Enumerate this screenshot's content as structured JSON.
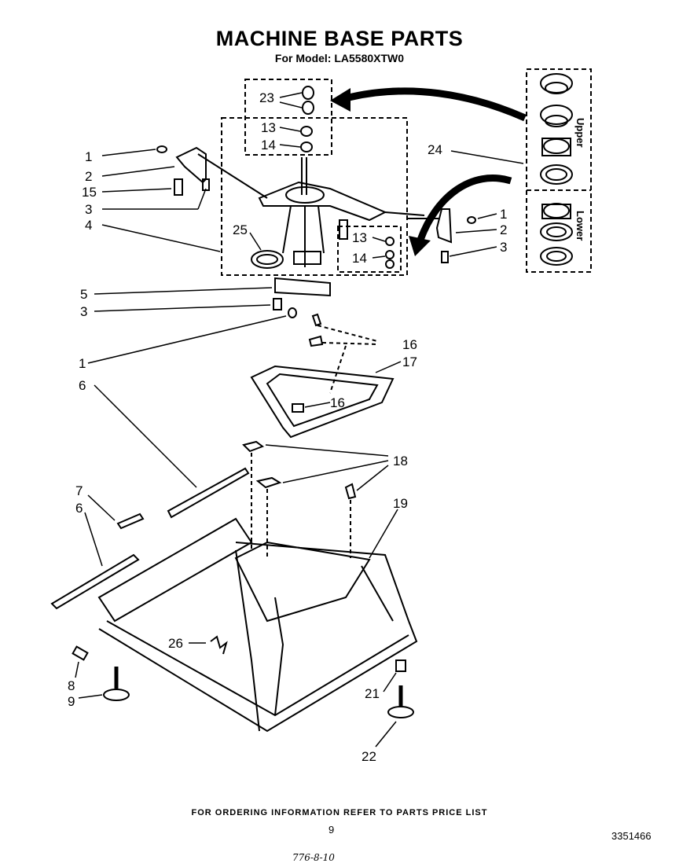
{
  "header": {
    "title": "MACHINE BASE PARTS",
    "subtitle": "For Model: LA5580XTW0"
  },
  "callouts": {
    "c23": "23",
    "c13a": "13",
    "c14a": "14",
    "c1a": "1",
    "c2a": "2",
    "c15": "15",
    "c3a": "3",
    "c4": "4",
    "c25": "25",
    "c24": "24",
    "c13b": "13",
    "c14b": "14",
    "c1b": "1",
    "c2b": "2",
    "c3b": "3",
    "c5": "5",
    "c3c": "3",
    "c1c": "1",
    "c16a": "16",
    "c17": "17",
    "c16b": "16",
    "c6a": "6",
    "c7": "7",
    "c6b": "6",
    "c18": "18",
    "c19": "19",
    "c26": "26",
    "c8": "8",
    "c9": "9",
    "c21": "21",
    "c22": "22"
  },
  "side_labels": {
    "upper": "Upper",
    "lower": "Lower"
  },
  "footer": {
    "ordering_note": "FOR ORDERING INFORMATION REFER TO PARTS PRICE LIST",
    "page_number": "9",
    "doc_number": "3351466",
    "handwritten": "776-8-10"
  }
}
